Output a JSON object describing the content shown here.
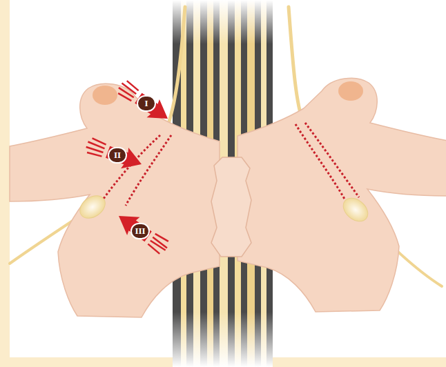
{
  "diagram": {
    "labels": [
      "I",
      "II",
      "III"
    ]
  }
}
